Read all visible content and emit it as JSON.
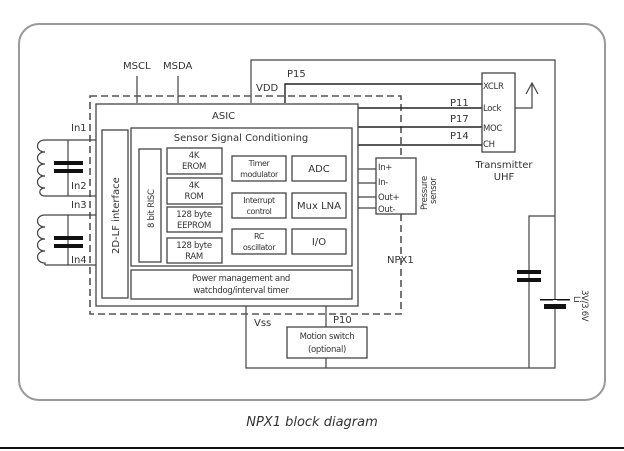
{
  "caption": "NPX1 block diagram",
  "diagram": {
    "top_signals": {
      "mscl": "MSCL",
      "msda": "MSDA",
      "vdd": "VDD",
      "p15": "P15"
    },
    "npx1": {
      "label": "NPX1"
    },
    "asic": {
      "label": "ASIC",
      "interface_label": "2D-LF interface",
      "ssc": {
        "label": "Sensor Signal Conditioning",
        "risc_label": "8 bit RISC",
        "memory": [
          {
            "line1": "4K",
            "line2": "EROM"
          },
          {
            "line1": "4K",
            "line2": "ROM"
          },
          {
            "line1": "128 byte",
            "line2": "EEPROM"
          },
          {
            "line1": "128 byte",
            "line2": "RAM"
          }
        ],
        "controls": [
          {
            "line1": "Timer",
            "line2": "modulator"
          },
          {
            "line1": "Interrupt",
            "line2": "control"
          },
          {
            "line1": "RC",
            "line2": "oscillator"
          }
        ],
        "peripherals": [
          "ADC",
          "Mux LNA",
          "I/O"
        ]
      },
      "power": {
        "line1": "Power management and",
        "line2": "watchdog/interval timer"
      }
    },
    "lf_inputs": [
      "In1",
      "In2",
      "In3",
      "In4"
    ],
    "pressure_sensor": {
      "label_line1": "Pressure",
      "label_line2": "sensor",
      "pins": [
        "In+",
        "In-",
        "Out+",
        "Out-"
      ]
    },
    "transmitter": {
      "label_line1": "Transmitter",
      "label_line2": "UHF",
      "pins": [
        "XCLR",
        "Lock",
        "MOC",
        "CH"
      ],
      "port_labels": [
        "P11",
        "P17",
        "P14"
      ]
    },
    "motion_switch": {
      "line1": "Motion switch",
      "line2": "(optional)",
      "port": "P10"
    },
    "vss": "Vss",
    "battery": {
      "line1": "Li",
      "line2": "3V/3.6V"
    }
  }
}
